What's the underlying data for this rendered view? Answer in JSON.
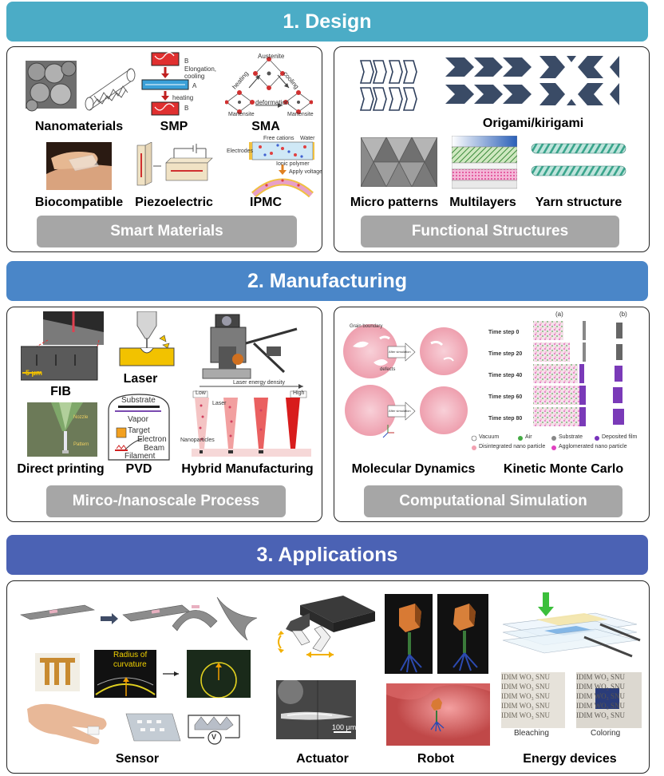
{
  "sections": {
    "design": {
      "title": "1. Design",
      "smart_materials": {
        "pill": "Smart Materials",
        "labels": [
          "Nanomaterials",
          "SMP",
          "SMA",
          "Biocompatible",
          "Piezoelectric",
          "IPMC"
        ],
        "smp_annot": {
          "b1": "B",
          "elong": "Elongation,",
          "cool": "cooling",
          "a": "A",
          "heat": "heating",
          "b2": "B"
        },
        "sma_annot": {
          "austenite": "Austenite",
          "heating": "heating",
          "cooling": "cooling",
          "deformation": "deformation",
          "mart1": "Martensite",
          "mart2": "Martensite"
        },
        "ipmc_annot": {
          "free_cations": "Free cations",
          "water": "Water",
          "electrodes": "Electrodes",
          "ionic": "Ionic polymer",
          "apply": "Apply voltage"
        }
      },
      "functional_structures": {
        "pill": "Functional Structures",
        "labels": [
          "Origami/kirigami",
          "Micro patterns",
          "Multilayers",
          "Yarn structure"
        ]
      }
    },
    "manufacturing": {
      "title": "2. Manufacturing",
      "process": {
        "pill": "Mirco-/nanoscale Process",
        "labels": [
          "FIB",
          "Laser",
          "Direct printing",
          "PVD",
          "Hybrid Manufacturing"
        ],
        "fib_scale": "5 μm",
        "dp_annot": {
          "nozzle": "Nozzle",
          "pattern": "Pattern"
        },
        "pvd_annot": {
          "substrate": "Substrate",
          "vapor": "Vapor",
          "target": "Target",
          "electron": "Electron",
          "beam": "Beam",
          "filament": "Filament"
        },
        "hybrid_annot": {
          "energy": "Laser energy density",
          "low": "Low",
          "high": "High",
          "laser": "Laser",
          "nano": "Nanoparticles"
        }
      },
      "simulation": {
        "pill": "Computational Simulation",
        "labels": [
          "Molecular Dynamics",
          "Kinetic Monte Carlo"
        ],
        "md_annot": {
          "grain": "Grain boundary",
          "defects": "defects",
          "arrow1": "After simulation",
          "arrow2": "After simulation"
        },
        "kmc_cols": [
          "(a)",
          "(b)"
        ],
        "time_steps": [
          "Time step 0",
          "Time step 20",
          "Time step 40",
          "Time step 60",
          "Time step 80"
        ],
        "legend": [
          {
            "label": "Vacuum",
            "color": "#ffffff"
          },
          {
            "label": "Air",
            "color": "#44aa44"
          },
          {
            "label": "Substrate",
            "color": "#888888"
          },
          {
            "label": "Deposited film",
            "color": "#7733bb"
          },
          {
            "label": "Disintegrated nano particle",
            "color": "#f2a0b0"
          },
          {
            "label": "Agglomerated nano particle",
            "color": "#e040c0"
          }
        ]
      }
    },
    "applications": {
      "title": "3. Applications",
      "labels": [
        "Sensor",
        "Actuator",
        "Robot",
        "Energy devices"
      ],
      "sensor_annot": {
        "radius1": "Radius of",
        "radius2": "curvature",
        "v": "V"
      },
      "actuator_scale": "100 μm",
      "energy_annot": {
        "bleaching": "Bleaching",
        "coloring": "Coloring",
        "pattern_text": "IDIM WO₃ SNU"
      }
    }
  },
  "colors": {
    "banner_design": "#4bacc6",
    "banner_manufacturing": "#4a86c8",
    "banner_applications": "#4b62b4",
    "pill": "#a6a6a6"
  }
}
